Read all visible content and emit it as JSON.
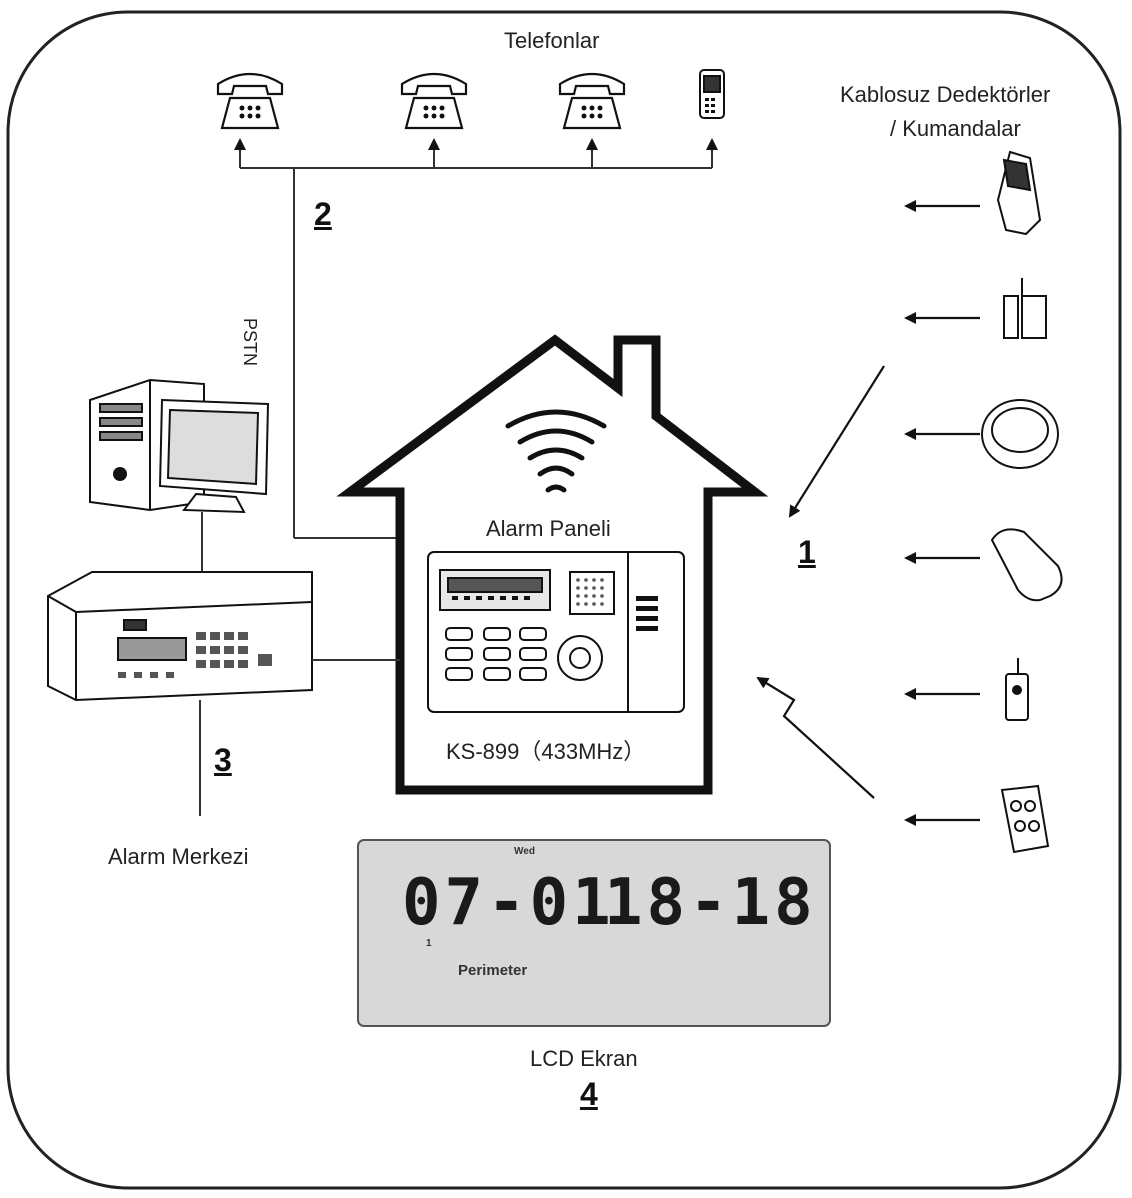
{
  "labels": {
    "phones": "Telefonlar",
    "wireless_line1": "Kablosuz Dedektörler",
    "wireless_line2": "/ Kumandalar",
    "pstn": "PSTN",
    "alarm_panel": "Alarm Paneli",
    "model": "KS-899（433MHz）",
    "alarm_center": "Alarm Merkezi",
    "lcd_screen": "LCD Ekran"
  },
  "numbers": {
    "n1": "1",
    "n2": "2",
    "n3": "3",
    "n4": "4"
  },
  "lcd": {
    "day": "Wed",
    "date": "07-01",
    "time": "18-18",
    "zone": "1",
    "mode": "Perimeter"
  },
  "colors": {
    "lcd_bg": "#d8d8d8",
    "outline": "#111111"
  }
}
